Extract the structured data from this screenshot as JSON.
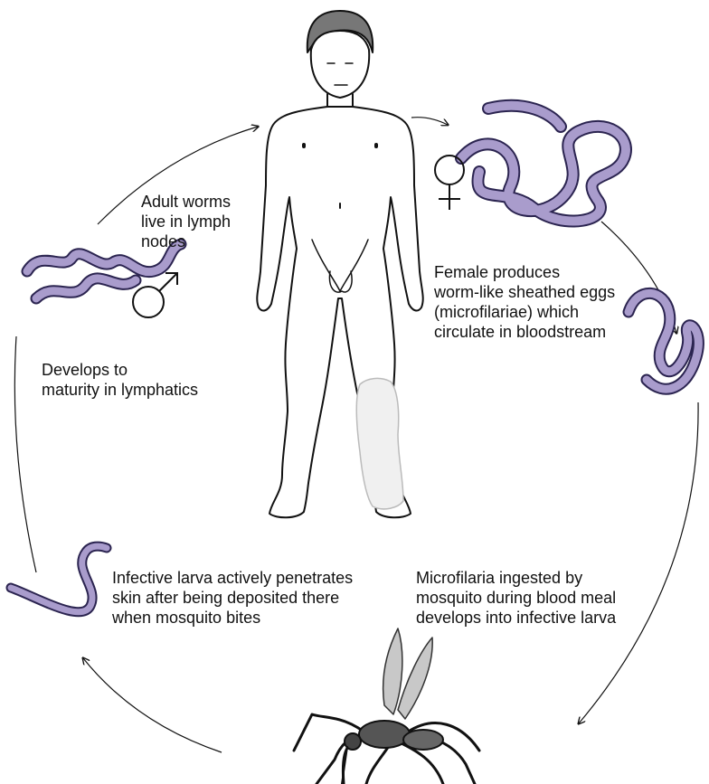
{
  "colors": {
    "worm_fill": "#a99ccc",
    "worm_outline": "#2b2450",
    "line": "#111111",
    "swelling": "#f0f0f0",
    "mosquito_body": "#555555",
    "mosquito_wing": "#c8c8c8"
  },
  "labels": {
    "adult_worms": [
      "Adult worms",
      "live in lymph",
      "nodes"
    ],
    "female_produces": [
      "Female produces",
      "worm-like sheathed eggs",
      "(microfilariae) which",
      "circulate in bloodstream"
    ],
    "develops": [
      "Develops to",
      "maturity in lymphatics"
    ],
    "infective_larva": [
      "Infective larva actively penetrates",
      "skin after being deposited there",
      "when mosquito bites"
    ],
    "microfilaria_ingested": [
      "Microfilaria ingested by",
      "mosquito during blood meal",
      "develops into infective larva"
    ]
  },
  "icons": {
    "female": "female-symbol-icon",
    "male": "male-symbol-icon",
    "human": "human-figure-icon",
    "mosquito": "mosquito-icon"
  }
}
